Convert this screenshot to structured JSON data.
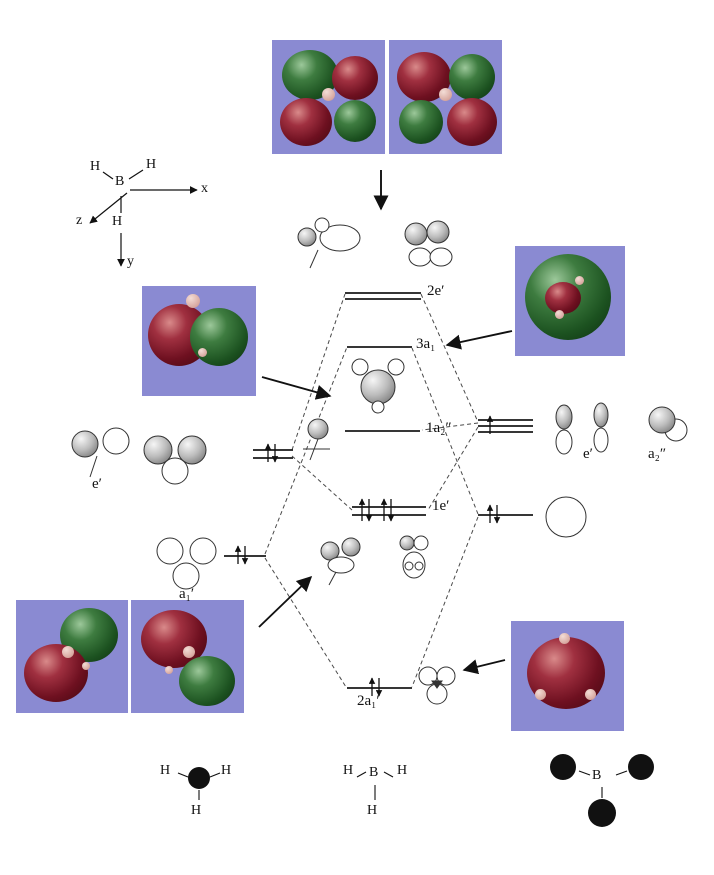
{
  "colors": {
    "image_background": "#8a8ad2",
    "lobe_red": "#7a1522",
    "lobe_green": "#1e5c26"
  },
  "axes": {
    "x": "x",
    "y": "y",
    "z": "z",
    "h_top_left": "H",
    "h_top_right": "H",
    "b": "B",
    "h_on_y": "H"
  },
  "levels": {
    "mo_2e": "2e′",
    "mo_3a1": "3a₁",
    "mo_1a2": "1a₂″",
    "mo_1e": "1e′",
    "mo_2a1": "2a₁′"
  },
  "left_fragment": {
    "e": "e′",
    "a1": "a₁′"
  },
  "right_fragment": {
    "e": "e′",
    "a2": "a₂″"
  },
  "molecules": {
    "h3": {
      "h1": "H",
      "h2": "H",
      "h3": "H"
    },
    "bh3": {
      "h1": "H",
      "b": "B",
      "h2": "H",
      "h3": "H"
    },
    "b": {
      "b": "B"
    }
  }
}
